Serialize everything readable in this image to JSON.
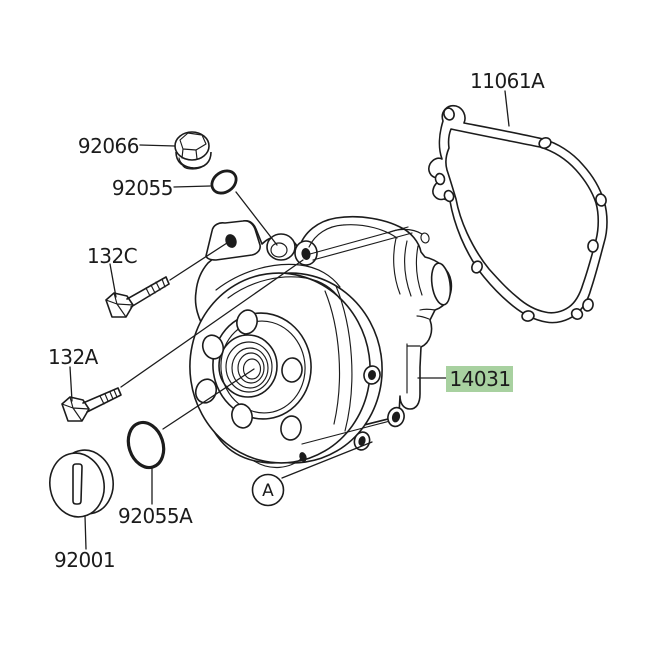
{
  "canvas": {
    "background": "#ffffff",
    "line_color": "#1c1c1c",
    "highlight_color": "#a8d1a0"
  },
  "parts": {
    "gasket": {
      "label": "11061A"
    },
    "plug": {
      "label": "92066"
    },
    "oring_plug": {
      "label": "92055"
    },
    "bolt_upper": {
      "label": "132C"
    },
    "bolt_lower": {
      "label": "132A"
    },
    "oring_cover": {
      "label": "92055A"
    },
    "cap": {
      "label": "92001"
    },
    "cover": {
      "label": "14031",
      "highlighted": true
    },
    "view_callout": {
      "label": "A"
    }
  }
}
